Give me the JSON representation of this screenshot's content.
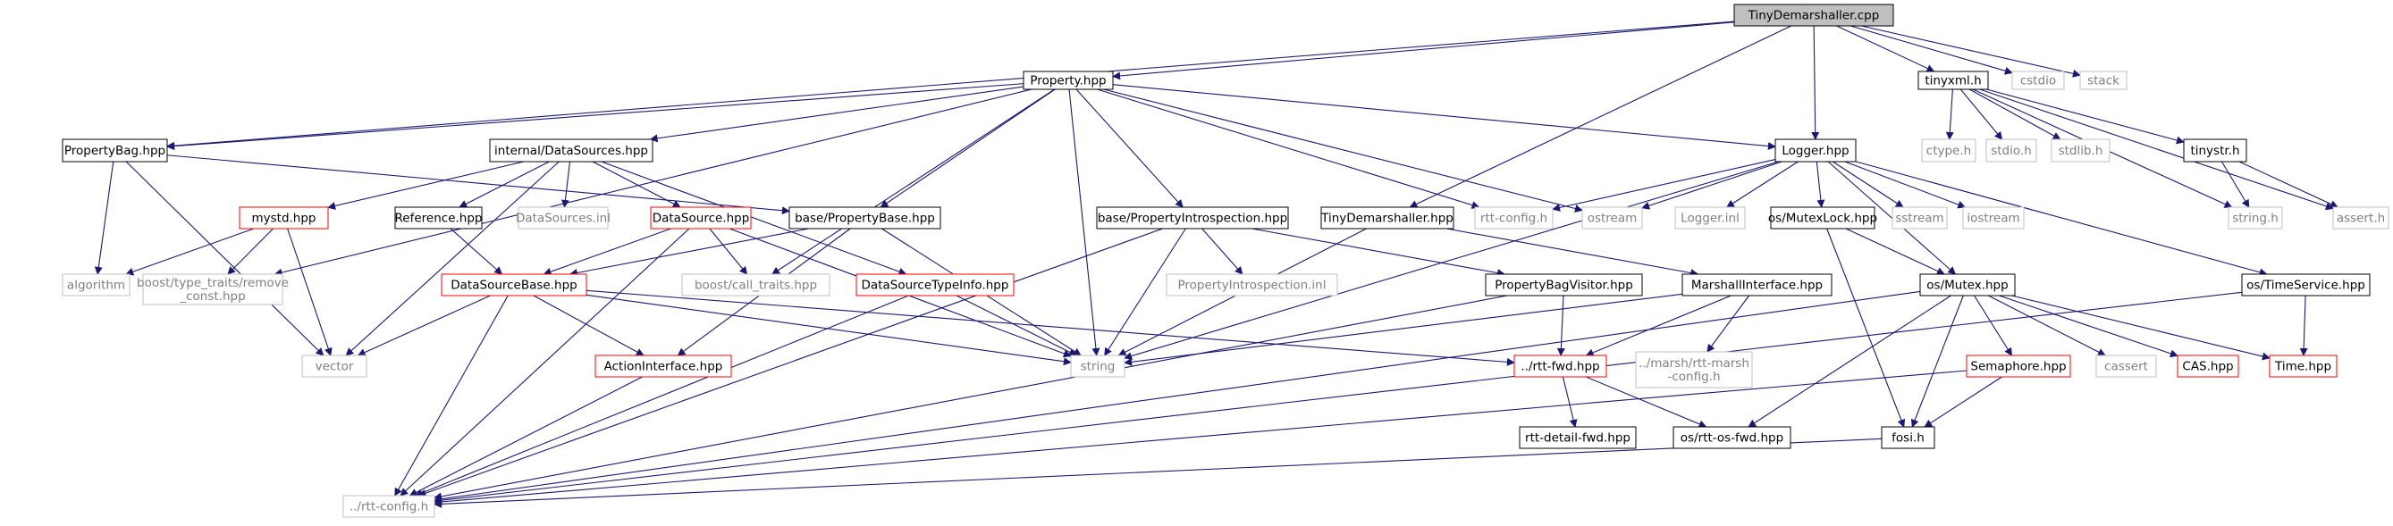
{
  "graph": {
    "nodes": [
      {
        "id": "root",
        "label": "TinyDemarshaller.cpp",
        "style": "root"
      },
      {
        "id": "property",
        "label": "Property.hpp",
        "style": "black"
      },
      {
        "id": "tinyxml",
        "label": "tinyxml.h",
        "style": "black"
      },
      {
        "id": "cstdio",
        "label": "cstdio",
        "style": "gray"
      },
      {
        "id": "stack",
        "label": "stack",
        "style": "gray"
      },
      {
        "id": "propertybag",
        "label": "PropertyBag.hpp",
        "style": "black"
      },
      {
        "id": "internal_ds",
        "label": "internal/DataSources.hpp",
        "style": "black"
      },
      {
        "id": "logger",
        "label": "Logger.hpp",
        "style": "black"
      },
      {
        "id": "ctype",
        "label": "ctype.h",
        "style": "gray"
      },
      {
        "id": "stdio",
        "label": "stdio.h",
        "style": "gray"
      },
      {
        "id": "stdlib",
        "label": "stdlib.h",
        "style": "gray"
      },
      {
        "id": "tinystr",
        "label": "tinystr.h",
        "style": "black"
      },
      {
        "id": "mystd",
        "label": "mystd.hpp",
        "style": "red"
      },
      {
        "id": "reference",
        "label": "Reference.hpp",
        "style": "black"
      },
      {
        "id": "datasources_inl",
        "label": "DataSources.inl",
        "style": "gray"
      },
      {
        "id": "datasource",
        "label": "DataSource.hpp",
        "style": "red"
      },
      {
        "id": "base_propbase",
        "label": "base/PropertyBase.hpp",
        "style": "black"
      },
      {
        "id": "base_propintro",
        "label": "base/PropertyIntrospection.hpp",
        "style": "black"
      },
      {
        "id": "tinydem_h",
        "label": "TinyDemarshaller.hpp",
        "style": "black"
      },
      {
        "id": "rtt_config_h",
        "label": "rtt-config.h",
        "style": "gray"
      },
      {
        "id": "ostream",
        "label": "ostream",
        "style": "gray"
      },
      {
        "id": "logger_inl",
        "label": "Logger.inl",
        "style": "gray"
      },
      {
        "id": "mutexlock",
        "label": "os/MutexLock.hpp",
        "style": "black"
      },
      {
        "id": "sstream",
        "label": "sstream",
        "style": "gray"
      },
      {
        "id": "iostream",
        "label": "iostream",
        "style": "gray"
      },
      {
        "id": "string_h",
        "label": "string.h",
        "style": "gray"
      },
      {
        "id": "assert_h",
        "label": "assert.h",
        "style": "gray"
      },
      {
        "id": "algorithm",
        "label": "algorithm",
        "style": "gray"
      },
      {
        "id": "remove_const",
        "label": "boost/type_traits/remove\n_const.hpp",
        "style": "gray"
      },
      {
        "id": "dsbase",
        "label": "DataSourceBase.hpp",
        "style": "red"
      },
      {
        "id": "call_traits",
        "label": "boost/call_traits.hpp",
        "style": "gray"
      },
      {
        "id": "dstypeinfo",
        "label": "DataSourceTypeInfo.hpp",
        "style": "red"
      },
      {
        "id": "propintro_inl",
        "label": "PropertyIntrospection.inl",
        "style": "gray"
      },
      {
        "id": "propbagvisitor",
        "label": "PropertyBagVisitor.hpp",
        "style": "black"
      },
      {
        "id": "marshallinterface",
        "label": "MarshallInterface.hpp",
        "style": "black"
      },
      {
        "id": "os_mutex",
        "label": "os/Mutex.hpp",
        "style": "black"
      },
      {
        "id": "timeservice",
        "label": "os/TimeService.hpp",
        "style": "black"
      },
      {
        "id": "vector",
        "label": "vector",
        "style": "gray"
      },
      {
        "id": "actioninterface",
        "label": "ActionInterface.hpp",
        "style": "red"
      },
      {
        "id": "string",
        "label": "string",
        "style": "gray"
      },
      {
        "id": "rtt_fwd",
        "label": "../rtt-fwd.hpp",
        "style": "red"
      },
      {
        "id": "marsh_config",
        "label": "../marsh/rtt-marsh\n-config.h",
        "style": "gray"
      },
      {
        "id": "semaphore",
        "label": "Semaphore.hpp",
        "style": "red"
      },
      {
        "id": "cassert",
        "label": "cassert",
        "style": "gray"
      },
      {
        "id": "cas",
        "label": "CAS.hpp",
        "style": "red"
      },
      {
        "id": "time",
        "label": "Time.hpp",
        "style": "red"
      },
      {
        "id": "rtt_detail_fwd",
        "label": "rtt-detail-fwd.hpp",
        "style": "black"
      },
      {
        "id": "rtt_os_fwd",
        "label": "os/rtt-os-fwd.hpp",
        "style": "black"
      },
      {
        "id": "fosi",
        "label": "fosi.h",
        "style": "black"
      },
      {
        "id": "rtt_config_main",
        "label": "../rtt-config.h",
        "style": "gray"
      }
    ],
    "edges": [
      [
        "root",
        "property"
      ],
      [
        "root",
        "tinyxml"
      ],
      [
        "root",
        "cstdio"
      ],
      [
        "root",
        "stack"
      ],
      [
        "root",
        "propertybag"
      ],
      [
        "root",
        "logger"
      ],
      [
        "root",
        "tinydem_h"
      ],
      [
        "tinyxml",
        "ctype"
      ],
      [
        "tinyxml",
        "stdio"
      ],
      [
        "tinyxml",
        "stdlib"
      ],
      [
        "tinyxml",
        "tinystr"
      ],
      [
        "tinyxml",
        "string_h"
      ],
      [
        "tinyxml",
        "assert_h"
      ],
      [
        "tinystr",
        "string_h"
      ],
      [
        "tinystr",
        "assert_h"
      ],
      [
        "property",
        "propertybag"
      ],
      [
        "property",
        "internal_ds"
      ],
      [
        "property",
        "base_propbase"
      ],
      [
        "property",
        "base_propintro"
      ],
      [
        "property",
        "logger"
      ],
      [
        "property",
        "rtt_config_h"
      ],
      [
        "property",
        "ostream"
      ],
      [
        "property",
        "string"
      ],
      [
        "property",
        "remove_const"
      ],
      [
        "property",
        "call_traits"
      ],
      [
        "propertybag",
        "base_propbase"
      ],
      [
        "propertybag",
        "algorithm"
      ],
      [
        "propertybag",
        "vector"
      ],
      [
        "internal_ds",
        "mystd"
      ],
      [
        "internal_ds",
        "reference"
      ],
      [
        "internal_ds",
        "datasources_inl"
      ],
      [
        "internal_ds",
        "datasource"
      ],
      [
        "internal_ds",
        "dstypeinfo"
      ],
      [
        "internal_ds",
        "vector"
      ],
      [
        "mystd",
        "algorithm"
      ],
      [
        "mystd",
        "remove_const"
      ],
      [
        "mystd",
        "vector"
      ],
      [
        "reference",
        "dsbase"
      ],
      [
        "datasource",
        "dsbase"
      ],
      [
        "datasource",
        "call_traits"
      ],
      [
        "datasource",
        "string"
      ],
      [
        "datasource",
        "rtt_config_main"
      ],
      [
        "base_propbase",
        "dsbase"
      ],
      [
        "base_propbase",
        "string"
      ],
      [
        "base_propbase",
        "actioninterface"
      ],
      [
        "base_propintro",
        "propintro_inl"
      ],
      [
        "base_propintro",
        "propbagvisitor"
      ],
      [
        "base_propintro",
        "string"
      ],
      [
        "base_propintro",
        "rtt_config_main"
      ],
      [
        "dsbase",
        "vector"
      ],
      [
        "dsbase",
        "string"
      ],
      [
        "dsbase",
        "actioninterface"
      ],
      [
        "dsbase",
        "rtt_fwd"
      ],
      [
        "dsbase",
        "rtt_config_main"
      ],
      [
        "dstypeinfo",
        "string"
      ],
      [
        "dstypeinfo",
        "rtt_config_main"
      ],
      [
        "actioninterface",
        "rtt_config_main"
      ],
      [
        "tinydem_h",
        "marshallinterface"
      ],
      [
        "tinydem_h",
        "string"
      ],
      [
        "propbagvisitor",
        "rtt_fwd"
      ],
      [
        "propbagvisitor",
        "rtt_config_main"
      ],
      [
        "marshallinterface",
        "rtt_fwd"
      ],
      [
        "marshallinterface",
        "marsh_config"
      ],
      [
        "marshallinterface",
        "string"
      ],
      [
        "rtt_fwd",
        "rtt_detail_fwd"
      ],
      [
        "rtt_fwd",
        "rtt_os_fwd"
      ],
      [
        "logger",
        "rtt_config_h"
      ],
      [
        "logger",
        "ostream"
      ],
      [
        "logger",
        "logger_inl"
      ],
      [
        "logger",
        "mutexlock"
      ],
      [
        "logger",
        "sstream"
      ],
      [
        "logger",
        "iostream"
      ],
      [
        "logger",
        "string"
      ],
      [
        "logger",
        "os_mutex"
      ],
      [
        "logger",
        "timeservice"
      ],
      [
        "mutexlock",
        "os_mutex"
      ],
      [
        "mutexlock",
        "fosi"
      ],
      [
        "os_mutex",
        "semaphore"
      ],
      [
        "os_mutex",
        "cassert"
      ],
      [
        "os_mutex",
        "cas"
      ],
      [
        "os_mutex",
        "time"
      ],
      [
        "os_mutex",
        "fosi"
      ],
      [
        "os_mutex",
        "rtt_os_fwd"
      ],
      [
        "os_mutex",
        "rtt_config_main"
      ],
      [
        "semaphore",
        "fosi"
      ],
      [
        "semaphore",
        "rtt_config_main"
      ],
      [
        "timeservice",
        "time"
      ],
      [
        "timeservice",
        "rtt_config_main"
      ],
      [
        "fosi",
        "rtt_config_main"
      ]
    ]
  }
}
